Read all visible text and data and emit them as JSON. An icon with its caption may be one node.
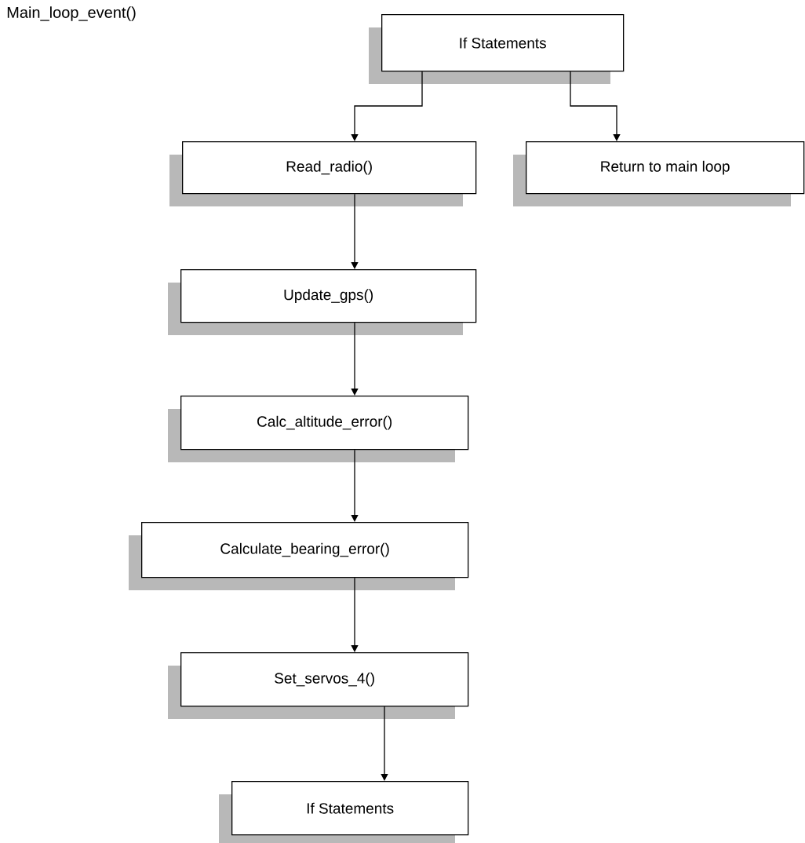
{
  "diagram": {
    "title": "Main_loop_event()",
    "nodes": [
      {
        "text": [
          "If Statements"
        ]
      },
      {
        "text": [
          "Read_radio()"
        ]
      },
      {
        "text": [
          "Return to main loop"
        ]
      },
      {
        "text": [
          "Update_gps()"
        ]
      },
      {
        "text": [
          "Calc_altitude_error()"
        ]
      },
      {
        "text": [
          "Calculate_bearing_error()"
        ]
      },
      {
        "text": [
          "Set_servos_4()"
        ]
      },
      {
        "text": [
          "If Statements"
        ]
      }
    ],
    "edges": [
      {
        "from": 0,
        "to": 1,
        "arrow": "to"
      },
      {
        "from": 0,
        "to": 2,
        "arrow": "to"
      },
      {
        "from": 1,
        "to": 3,
        "arrow": "to"
      },
      {
        "from": 3,
        "to": 4,
        "arrow": "to"
      },
      {
        "from": 4,
        "to": 5,
        "arrow": "to"
      },
      {
        "from": 5,
        "to": 6,
        "arrow": "to"
      },
      {
        "from": 6,
        "to": 7,
        "arrow": "to"
      }
    ]
  }
}
